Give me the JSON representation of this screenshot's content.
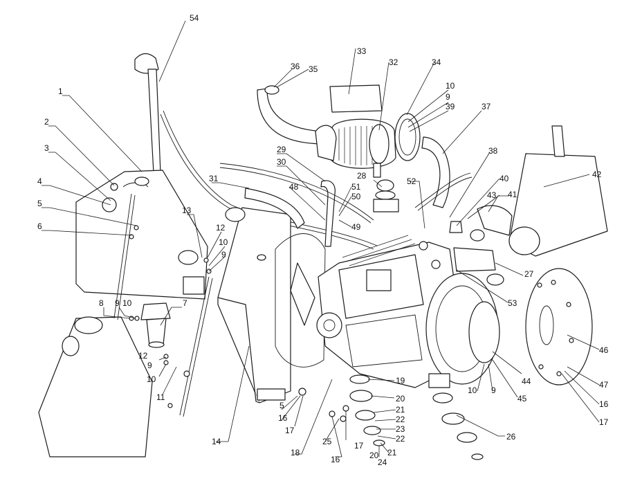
{
  "diagram": {
    "callouts": [
      {
        "id": "c1",
        "text": "1"
      },
      {
        "id": "c2",
        "text": "2"
      },
      {
        "id": "c3",
        "text": "3"
      },
      {
        "id": "c4",
        "text": "4"
      },
      {
        "id": "c5",
        "text": "5"
      },
      {
        "id": "c6",
        "text": "6"
      },
      {
        "id": "c7",
        "text": "7"
      },
      {
        "id": "c8",
        "text": "8"
      },
      {
        "id": "c9a",
        "text": "9"
      },
      {
        "id": "c10a",
        "text": "10"
      },
      {
        "id": "c9b",
        "text": "9"
      },
      {
        "id": "c10b",
        "text": "10"
      },
      {
        "id": "c11",
        "text": "11"
      },
      {
        "id": "c12a",
        "text": "12"
      },
      {
        "id": "c13",
        "text": "13"
      },
      {
        "id": "c12b",
        "text": "12"
      },
      {
        "id": "c10c",
        "text": "10"
      },
      {
        "id": "c9c",
        "text": "9"
      },
      {
        "id": "c14",
        "text": "14"
      },
      {
        "id": "c5b",
        "text": "5"
      },
      {
        "id": "c16a",
        "text": "16"
      },
      {
        "id": "c17a",
        "text": "17"
      },
      {
        "id": "c18",
        "text": "18"
      },
      {
        "id": "c19",
        "text": "19"
      },
      {
        "id": "c20a",
        "text": "20"
      },
      {
        "id": "c21a",
        "text": "21"
      },
      {
        "id": "c22a",
        "text": "22"
      },
      {
        "id": "c23",
        "text": "23"
      },
      {
        "id": "c22b",
        "text": "22"
      },
      {
        "id": "c21b",
        "text": "21"
      },
      {
        "id": "c24",
        "text": "24"
      },
      {
        "id": "c20b",
        "text": "20"
      },
      {
        "id": "c25",
        "text": "25"
      },
      {
        "id": "c17b",
        "text": "17"
      },
      {
        "id": "c16b",
        "text": "16"
      },
      {
        "id": "c26",
        "text": "26"
      },
      {
        "id": "c27",
        "text": "27"
      },
      {
        "id": "c28",
        "text": "28"
      },
      {
        "id": "c29",
        "text": "29"
      },
      {
        "id": "c30",
        "text": "30"
      },
      {
        "id": "c31",
        "text": "31"
      },
      {
        "id": "c32",
        "text": "32"
      },
      {
        "id": "c33",
        "text": "33"
      },
      {
        "id": "c34",
        "text": "34"
      },
      {
        "id": "c35",
        "text": "35"
      },
      {
        "id": "c36",
        "text": "36"
      },
      {
        "id": "c37",
        "text": "37"
      },
      {
        "id": "c38",
        "text": "38"
      },
      {
        "id": "c39",
        "text": "39"
      },
      {
        "id": "c10d",
        "text": "10"
      },
      {
        "id": "c9d",
        "text": "9"
      },
      {
        "id": "c40",
        "text": "40"
      },
      {
        "id": "c41",
        "text": "41"
      },
      {
        "id": "c42",
        "text": "42"
      },
      {
        "id": "c43",
        "text": "43"
      },
      {
        "id": "c44",
        "text": "44"
      },
      {
        "id": "c45",
        "text": "45"
      },
      {
        "id": "c10e",
        "text": "10"
      },
      {
        "id": "c9e",
        "text": "9"
      },
      {
        "id": "c46",
        "text": "46"
      },
      {
        "id": "c47",
        "text": "47"
      },
      {
        "id": "c16c",
        "text": "16"
      },
      {
        "id": "c17c",
        "text": "17"
      },
      {
        "id": "c48",
        "text": "48"
      },
      {
        "id": "c49",
        "text": "49"
      },
      {
        "id": "c50",
        "text": "50"
      },
      {
        "id": "c51",
        "text": "51"
      },
      {
        "id": "c52",
        "text": "52"
      },
      {
        "id": "c53",
        "text": "53"
      },
      {
        "id": "c54",
        "text": "54"
      }
    ]
  }
}
